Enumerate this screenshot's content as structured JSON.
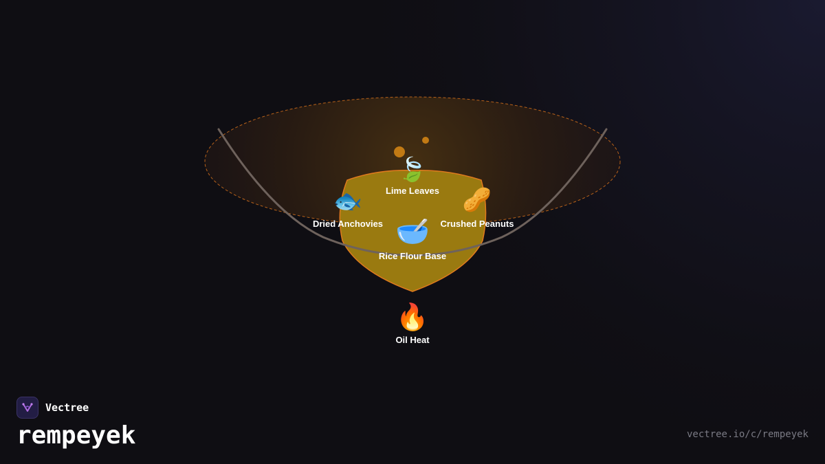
{
  "brand": {
    "name": "Vectree",
    "logo_icon": "vectree-logo-icon"
  },
  "page": {
    "title": "rempeyek",
    "url": "vectree.io/c/rempeyek"
  },
  "colors": {
    "background": "#0f0e13",
    "pan_rim": "#6e625c",
    "batter_fill": "#9a7a10",
    "batter_stroke": "#e07a1e",
    "oil_dashed": "#b8621a",
    "bubble": "#c27a14",
    "label": "#ffffff"
  },
  "nodes": {
    "lime_leaves": {
      "label": "Lime Leaves",
      "icon": "leaf-icon"
    },
    "dried_anchovies": {
      "label": "Dried Anchovies",
      "icon": "fish-icon"
    },
    "crushed_peanuts": {
      "label": "Crushed Peanuts",
      "icon": "peanut-icon"
    },
    "rice_flour_base": {
      "label": "Rice Flour Base",
      "icon": "bowl-icon"
    },
    "oil_heat": {
      "label": "Oil Heat",
      "icon": "fire-icon"
    }
  }
}
